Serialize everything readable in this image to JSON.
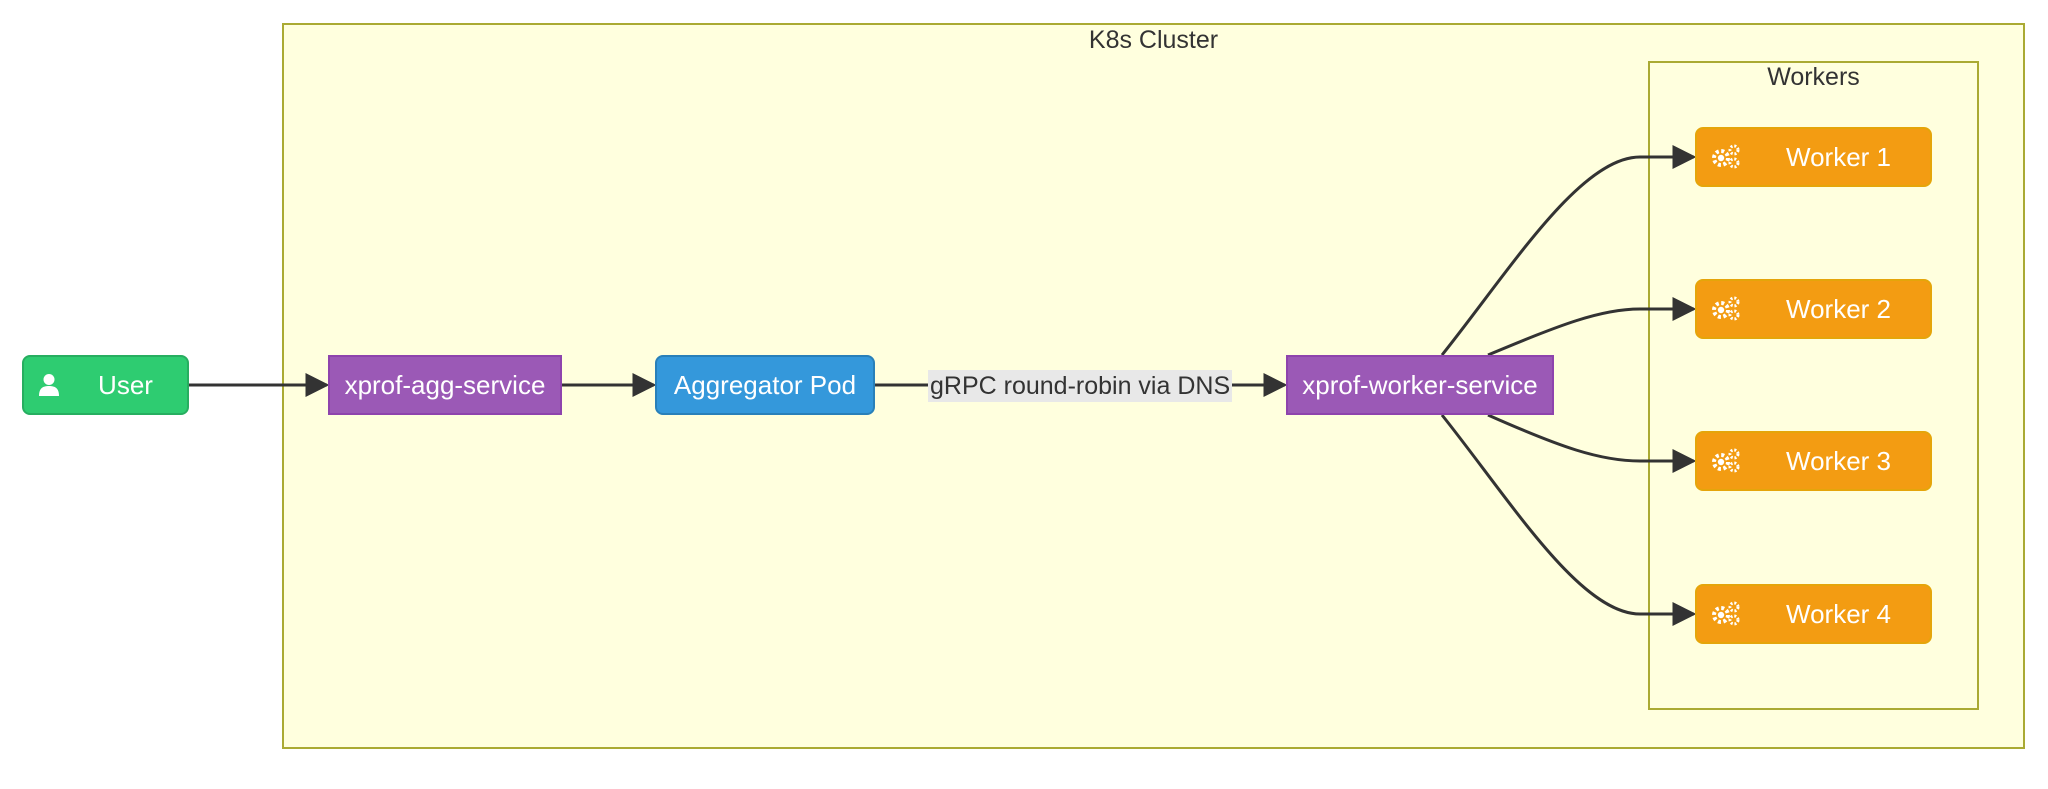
{
  "diagram": {
    "cluster": {
      "label": "K8s Cluster"
    },
    "workers_group": {
      "label": "Workers"
    },
    "nodes": {
      "user": {
        "label": "User",
        "icon": "user-icon"
      },
      "agg_service": {
        "label": "xprof-agg-service"
      },
      "aggregator_pod": {
        "label": "Aggregator Pod"
      },
      "worker_service": {
        "label": "xprof-worker-service"
      },
      "workers": [
        {
          "label": "Worker 1",
          "icon": "gears-icon"
        },
        {
          "label": "Worker 2",
          "icon": "gears-icon"
        },
        {
          "label": "Worker 3",
          "icon": "gears-icon"
        },
        {
          "label": "Worker 4",
          "icon": "gears-icon"
        }
      ]
    },
    "edges": [
      {
        "from": "User",
        "to": "xprof-agg-service",
        "label": ""
      },
      {
        "from": "xprof-agg-service",
        "to": "Aggregator Pod",
        "label": ""
      },
      {
        "from": "Aggregator Pod",
        "to": "xprof-worker-service",
        "label": "gRPC round-robin via DNS"
      },
      {
        "from": "xprof-worker-service",
        "to": "Worker 1",
        "label": ""
      },
      {
        "from": "xprof-worker-service",
        "to": "Worker 2",
        "label": ""
      },
      {
        "from": "xprof-worker-service",
        "to": "Worker 3",
        "label": ""
      },
      {
        "from": "xprof-worker-service",
        "to": "Worker 4",
        "label": ""
      }
    ],
    "colors": {
      "cluster_fill": "#ffffde",
      "cluster_border": "#aaaa33",
      "user": "#2ecc71",
      "service": "#9b59b6",
      "pod": "#3498db",
      "worker": "#f39c12",
      "edge": "#333333"
    }
  }
}
